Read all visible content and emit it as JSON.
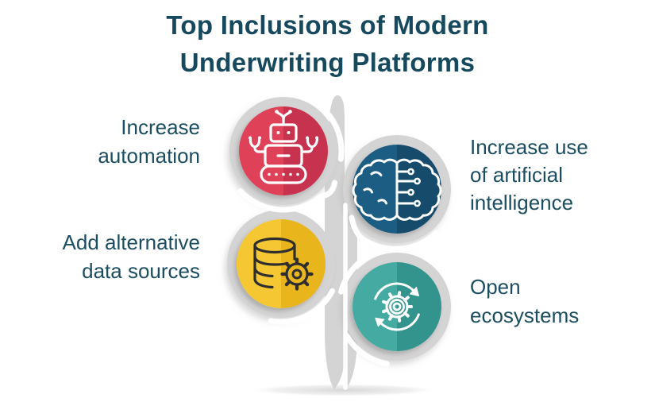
{
  "title": {
    "line1": "Top Inclusions of Modern",
    "line2": "Underwriting Platforms"
  },
  "items": [
    {
      "label": "Increase automation",
      "icon": "robot-icon",
      "side": "left",
      "color_left": "#df4258",
      "color_right": "#c73350"
    },
    {
      "label": "Increase use of artificial intelligence",
      "icon": "brain-circuit-icon",
      "side": "right",
      "color_left": "#1c5d84",
      "color_right": "#134b6c"
    },
    {
      "label": "Add alternative data sources",
      "icon": "database-gear-icon",
      "side": "left",
      "color_left": "#f5c732",
      "color_right": "#e8b61e"
    },
    {
      "label": "Open ecosystems",
      "icon": "gear-sync-icon",
      "side": "right",
      "color_left": "#44aaa2",
      "color_right": "#33948c"
    }
  ],
  "palette": {
    "title_color": "#16495e",
    "label_color": "#1b4d61",
    "tree_gray": "#d4d4d4",
    "icon_light": "#ffffff",
    "icon_dark": "#2e2e2e",
    "shadow": "#c9c9c9"
  }
}
